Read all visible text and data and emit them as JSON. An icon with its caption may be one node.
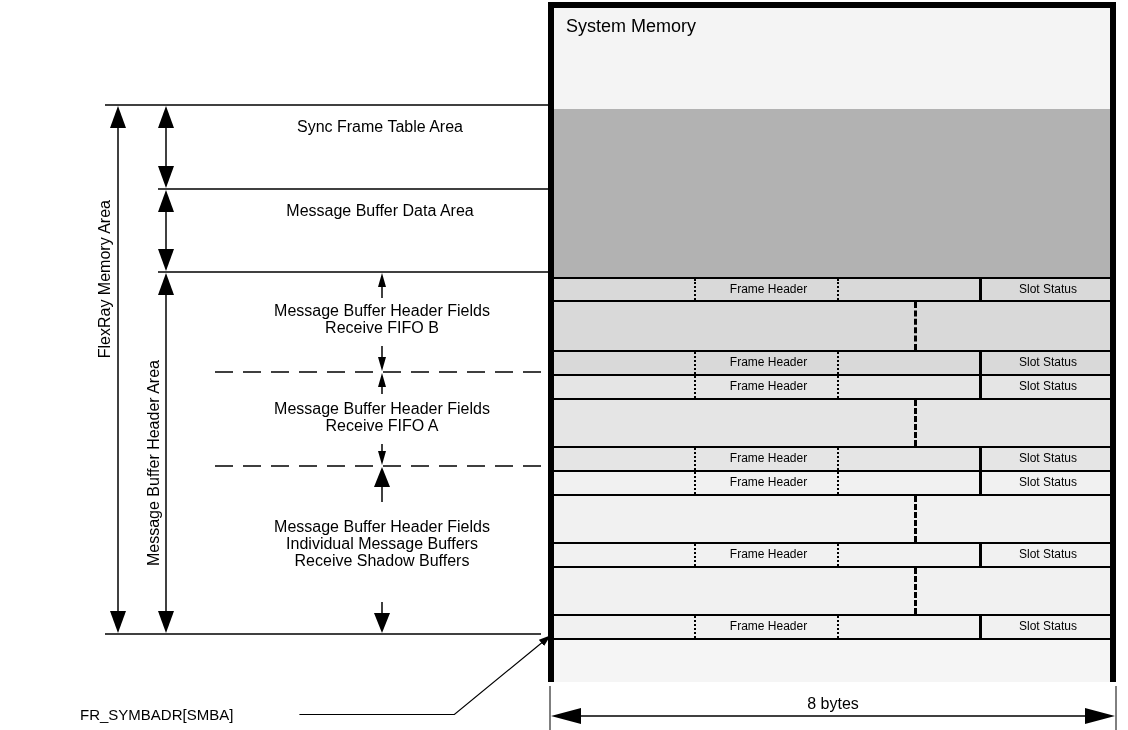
{
  "diagram": {
    "nodes": [
      {
        "text": [
          "System Memory"
        ]
      },
      {
        "text": [],
        "shape": "bar",
        "in": 0
      },
      {
        "text": [
          "Frame Header",
          "Slot Status"
        ],
        "in": 0
      },
      {
        "text": [],
        "shape": "bar",
        "in": 0
      },
      {
        "text": [
          "Frame Header",
          "Slot Status"
        ],
        "in": 0
      },
      {
        "text": [
          "Frame Header",
          "Slot Status"
        ],
        "in": 0
      },
      {
        "text": [],
        "shape": "bar",
        "in": 0
      },
      {
        "text": [
          "Frame Header",
          "Slot Status"
        ],
        "in": 0
      },
      {
        "text": [
          "Frame Header",
          "Slot Status"
        ],
        "in": 0
      },
      {
        "text": [],
        "shape": "bar",
        "in": 0
      },
      {
        "text": [
          "Frame Header",
          "Slot Status"
        ],
        "in": 0
      },
      {
        "text": [],
        "shape": "bar",
        "in": 0
      },
      {
        "text": [
          "Frame Header",
          "Slot Status"
        ],
        "in": 0
      },
      {
        "text": [],
        "shape": "bar",
        "in": 0
      },
      {
        "text": [
          "FR_SYMBADR[SMBA]"
        ]
      }
    ],
    "edges": [
      {
        "from": 14,
        "to": 13,
        "arrow": "to"
      }
    ],
    "labels": [
      "Sync Frame Table Area",
      "Message Buffer Data Area",
      "FlexRay Memory Area",
      "Message Buffer Header Area",
      "Message Buffer Header Fields Receive FIFO B",
      "Message Buffer Header Fields Receive FIFO A",
      "Message Buffer Header Fields Individual Message Buffers Receive Shadow Buffers",
      "8 bytes"
    ]
  }
}
